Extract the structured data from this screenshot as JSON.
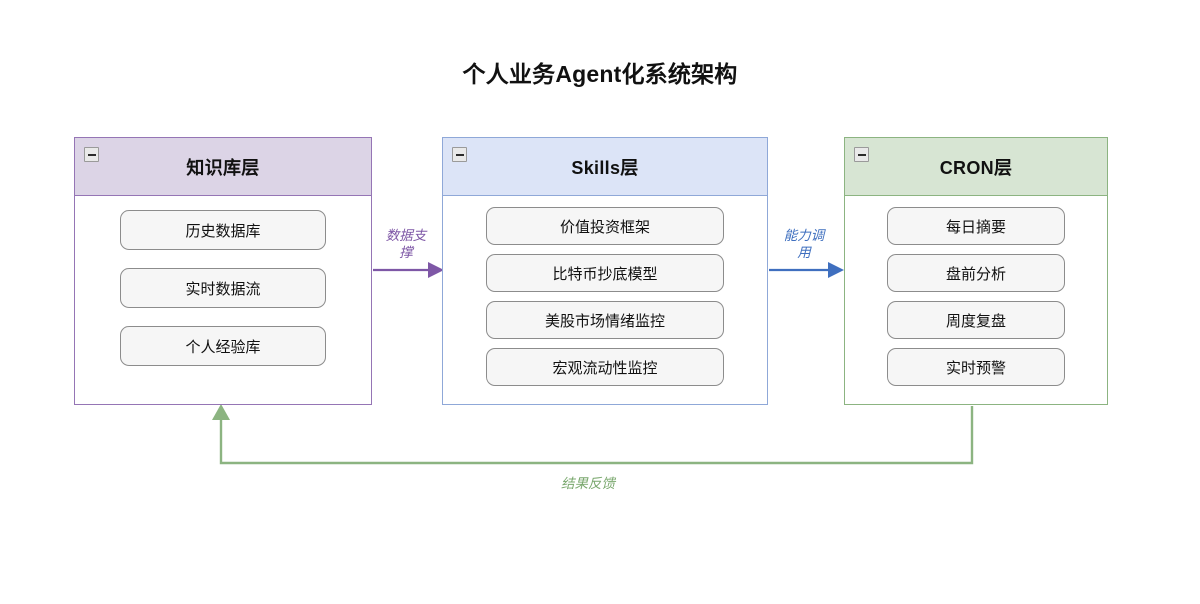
{
  "diagram": {
    "title": "个人业务Agent化系统架构",
    "background_color": "#ffffff"
  },
  "layers": [
    {
      "id": "knowledge",
      "title": "知识库层",
      "header_color": "#dcd4e6",
      "border_color": "#9575b5",
      "collapse_icon": "minus-icon",
      "items": [
        {
          "label": "历史数据库"
        },
        {
          "label": "实时数据流"
        },
        {
          "label": "个人经验库"
        }
      ]
    },
    {
      "id": "skills",
      "title": "Skills层",
      "header_color": "#dce4f7",
      "border_color": "#8fa8d8",
      "collapse_icon": "minus-icon",
      "items": [
        {
          "label": "价值投资框架"
        },
        {
          "label": "比特币抄底模型"
        },
        {
          "label": "美股市场情绪监控"
        },
        {
          "label": "宏观流动性监控"
        }
      ]
    },
    {
      "id": "cron",
      "title": "CRON层",
      "header_color": "#d7e5d3",
      "border_color": "#8cb481",
      "collapse_icon": "minus-icon",
      "items": [
        {
          "label": "每日摘要"
        },
        {
          "label": "盘前分析"
        },
        {
          "label": "周度复盘"
        },
        {
          "label": "实时预警"
        }
      ]
    }
  ],
  "edges": [
    {
      "id": "support",
      "label": "数据支\n撑",
      "color": "#7e57a6",
      "from": "knowledge",
      "to": "skills"
    },
    {
      "id": "invoke",
      "label": "能力调\n用",
      "color": "#3f6fbf",
      "from": "skills",
      "to": "cron"
    },
    {
      "id": "feedback",
      "label": "结果反馈",
      "color": "#7aa86e",
      "from": "cron",
      "to": "knowledge"
    }
  ]
}
